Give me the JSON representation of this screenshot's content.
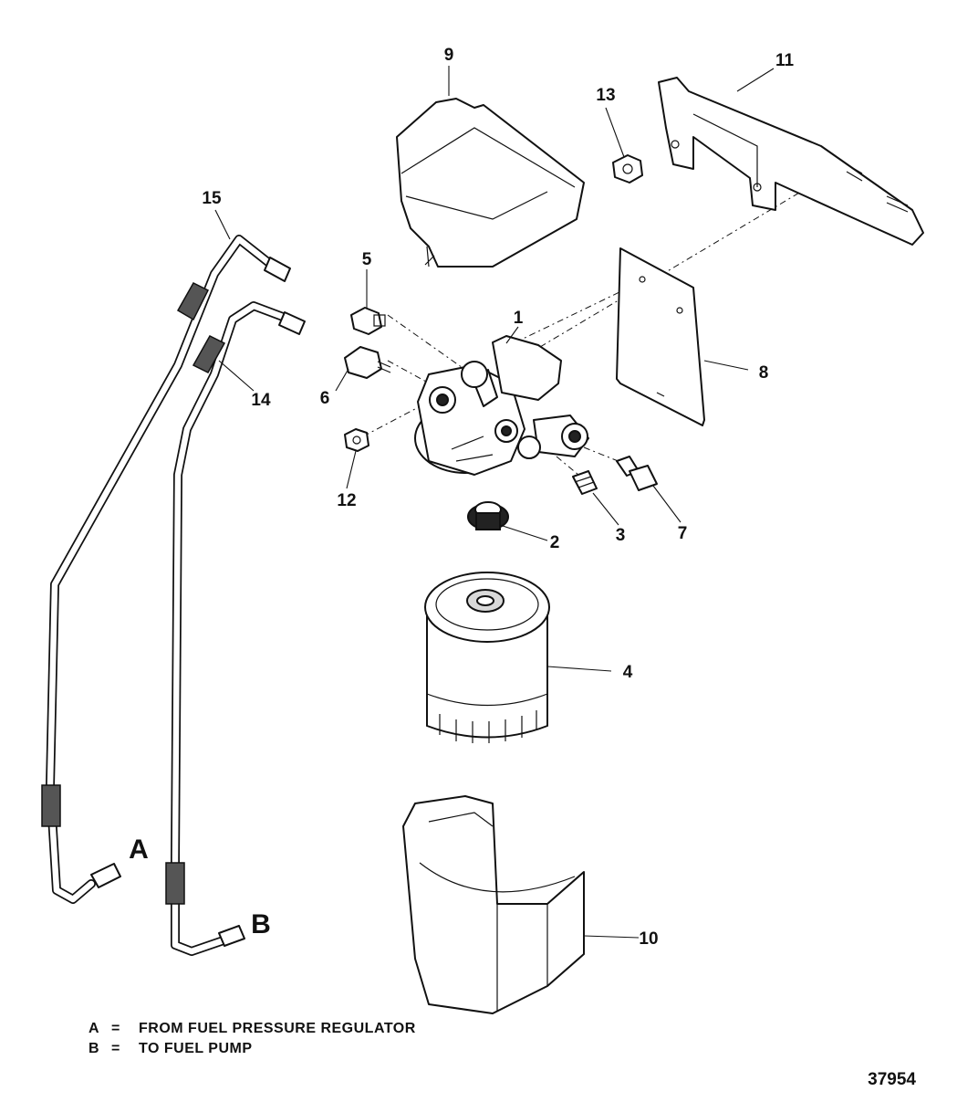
{
  "callouts": {
    "c1": "1",
    "c2": "2",
    "c3": "3",
    "c4": "4",
    "c5": "5",
    "c6": "6",
    "c7": "7",
    "c8": "8",
    "c9": "9",
    "c10": "10",
    "c11": "11",
    "c12": "12",
    "c13": "13",
    "c14": "14",
    "c15": "15"
  },
  "line_ends": {
    "a": "A",
    "b": "B"
  },
  "legend": {
    "a_key": "A",
    "a_eq": "=",
    "a_text": "FROM FUEL PRESSURE REGULATOR",
    "b_key": "B",
    "b_eq": "=",
    "b_text": "TO FUEL PUMP"
  },
  "figure_number": "37954"
}
